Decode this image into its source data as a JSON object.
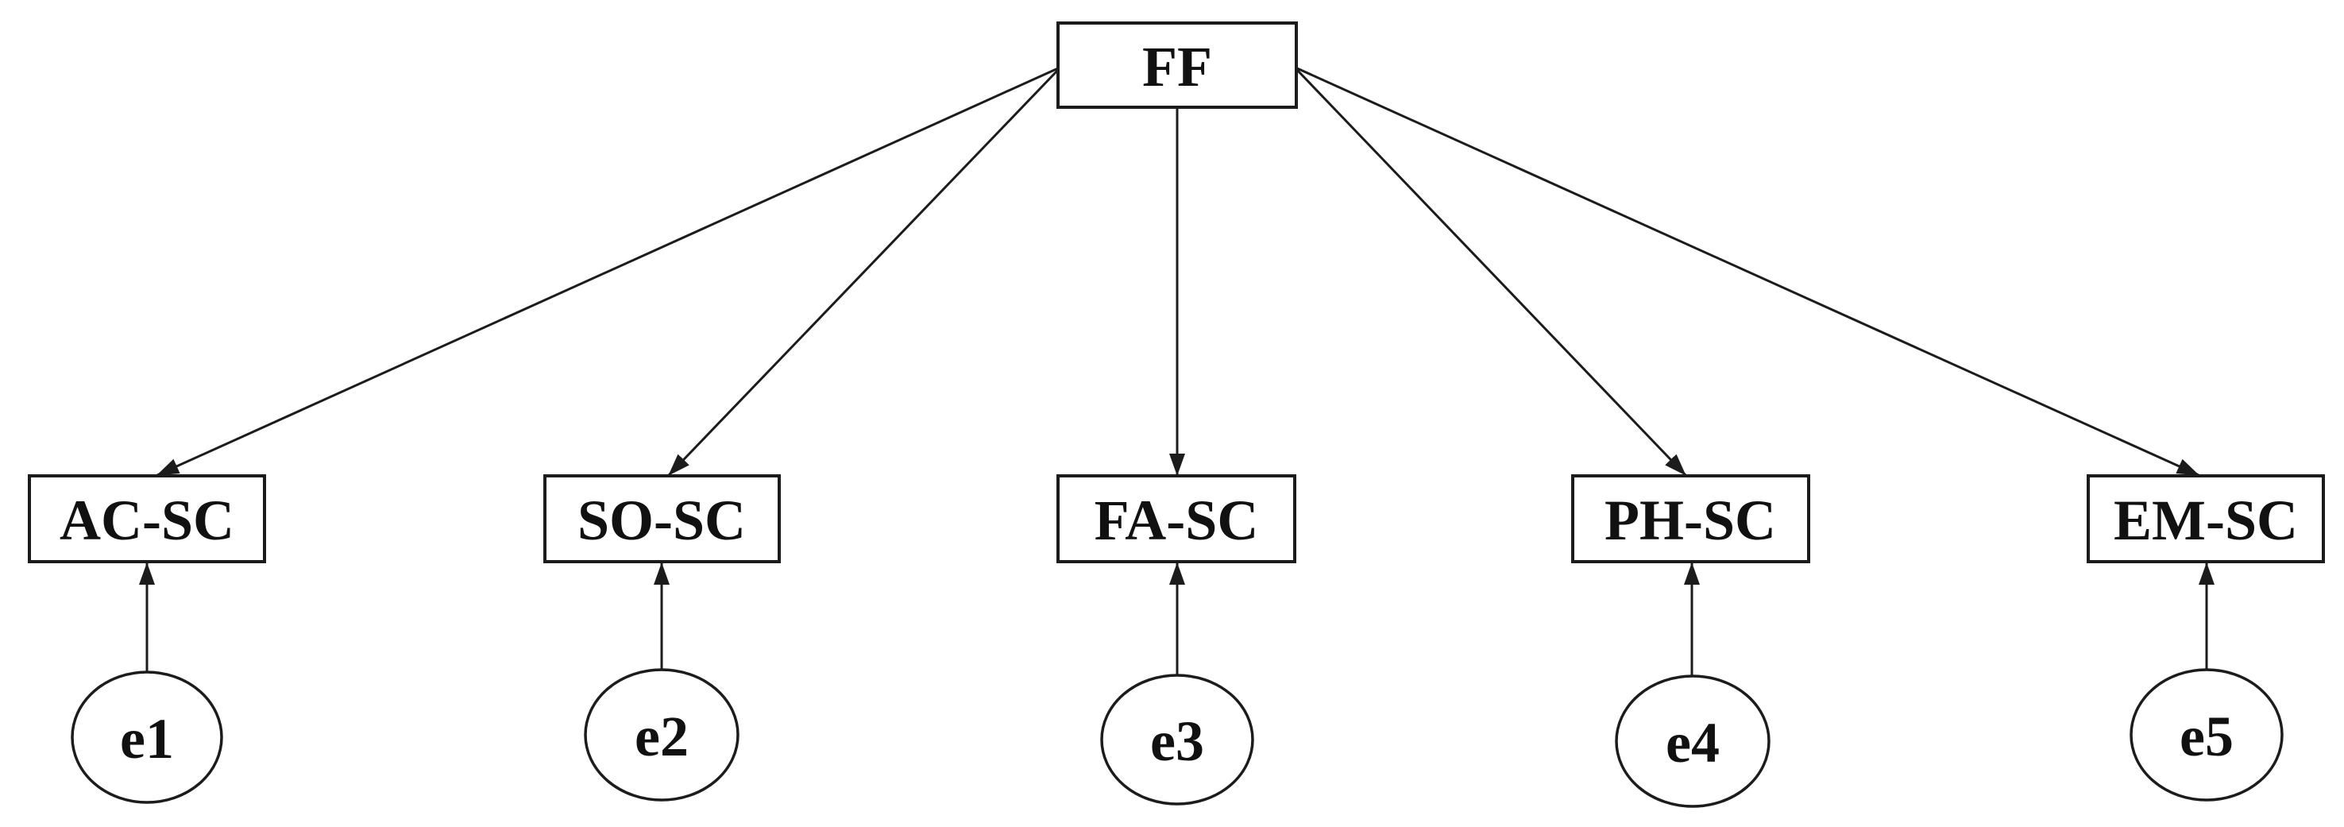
{
  "diagram": {
    "type": "confirmatory-factor-analysis-path-model",
    "factor": {
      "id": "FF",
      "label": "FF",
      "shape": "rectangle"
    },
    "indicators": [
      {
        "id": "AC-SC",
        "label": "AC-SC",
        "shape": "rectangle"
      },
      {
        "id": "SO-SC",
        "label": "SO-SC",
        "shape": "rectangle"
      },
      {
        "id": "FA-SC",
        "label": "FA-SC",
        "shape": "rectangle"
      },
      {
        "id": "PH-SC",
        "label": "PH-SC",
        "shape": "rectangle"
      },
      {
        "id": "EM-SC",
        "label": "EM-SC",
        "shape": "rectangle"
      }
    ],
    "errors": [
      {
        "id": "e1",
        "label": "e1",
        "shape": "ellipse"
      },
      {
        "id": "e2",
        "label": "e2",
        "shape": "ellipse"
      },
      {
        "id": "e3",
        "label": "e3",
        "shape": "ellipse"
      },
      {
        "id": "e4",
        "label": "e4",
        "shape": "ellipse"
      },
      {
        "id": "e5",
        "label": "e5",
        "shape": "ellipse"
      }
    ],
    "edges": [
      {
        "from": "FF",
        "to": "AC-SC",
        "style": "arrow"
      },
      {
        "from": "FF",
        "to": "SO-SC",
        "style": "arrow"
      },
      {
        "from": "FF",
        "to": "FA-SC",
        "style": "arrow"
      },
      {
        "from": "FF",
        "to": "PH-SC",
        "style": "arrow"
      },
      {
        "from": "FF",
        "to": "EM-SC",
        "style": "arrow"
      },
      {
        "from": "e1",
        "to": "AC-SC",
        "style": "arrow"
      },
      {
        "from": "e2",
        "to": "SO-SC",
        "style": "arrow"
      },
      {
        "from": "e3",
        "to": "FA-SC",
        "style": "arrow"
      },
      {
        "from": "e4",
        "to": "PH-SC",
        "style": "arrow"
      },
      {
        "from": "e5",
        "to": "EM-SC",
        "style": "arrow"
      }
    ],
    "colors": {
      "background": "#ffffff",
      "line": "#1c1c1c",
      "node_fill": "#ffffff",
      "text": "#111111"
    }
  }
}
